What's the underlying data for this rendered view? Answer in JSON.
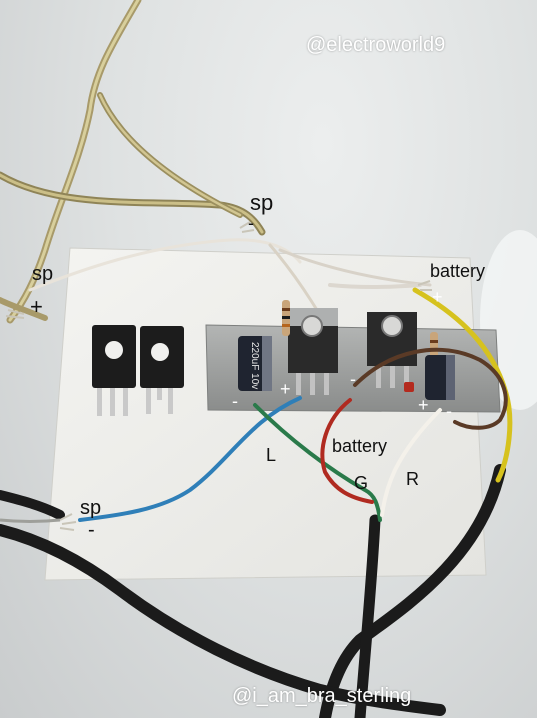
{
  "watermarks": {
    "top": "@electroworld9",
    "bottom": "@i_am_bra_sterling"
  },
  "labels": {
    "sp_top": "sp",
    "sp_top_sign": "-",
    "sp_left": "sp",
    "sp_left_sign": "+",
    "sp_bottom": "sp",
    "sp_bottom_sign": "-",
    "battery_top": "battery",
    "battery_top_sign": "+",
    "battery_mid": "battery",
    "cap_minus": "-",
    "cap_plus": "+",
    "mid_minus": "-",
    "right_plus": "+",
    "right_minus": "-",
    "L": "L",
    "G": "G",
    "R": "R"
  },
  "components": {
    "capacitor_text": "220uF 10v"
  },
  "colors": {
    "board": "#f2f2ef",
    "heatsink": "#9a9c9b",
    "wire_blue": "#2f7fb8",
    "wire_green": "#2a7a4a",
    "wire_red": "#b02a20",
    "wire_yellow": "#d6c21e",
    "wire_brown": "#5a3a26",
    "cable_black": "#1b1b1b"
  }
}
